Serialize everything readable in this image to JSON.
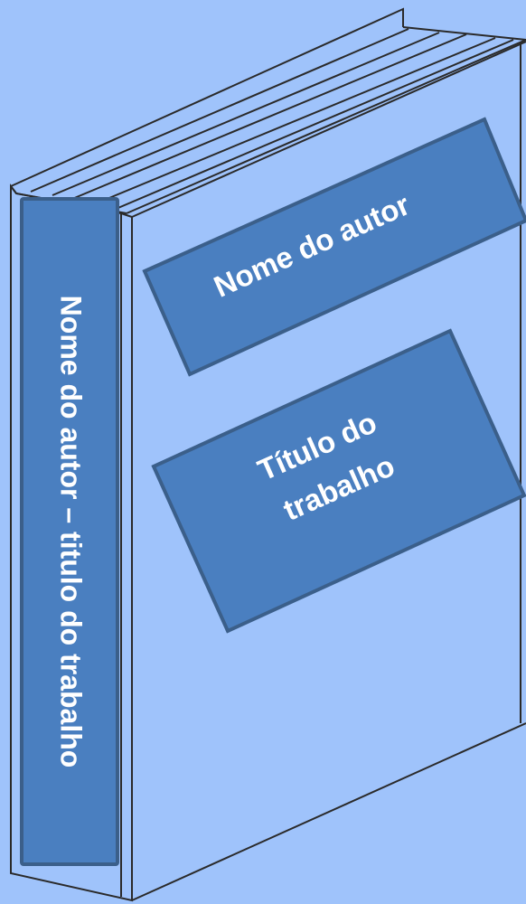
{
  "spine": {
    "text": "Nome do autor – titulo do trabalho"
  },
  "cover": {
    "author_label": "Nome do autor",
    "title_line1": "Título do",
    "title_line2": "trabalho"
  },
  "colors": {
    "background": "#9fc3fb",
    "panel_fill": "#4a7fc0",
    "panel_stroke": "#3b5f8a",
    "outline": "#2a2a2a",
    "text": "#ffffff"
  }
}
